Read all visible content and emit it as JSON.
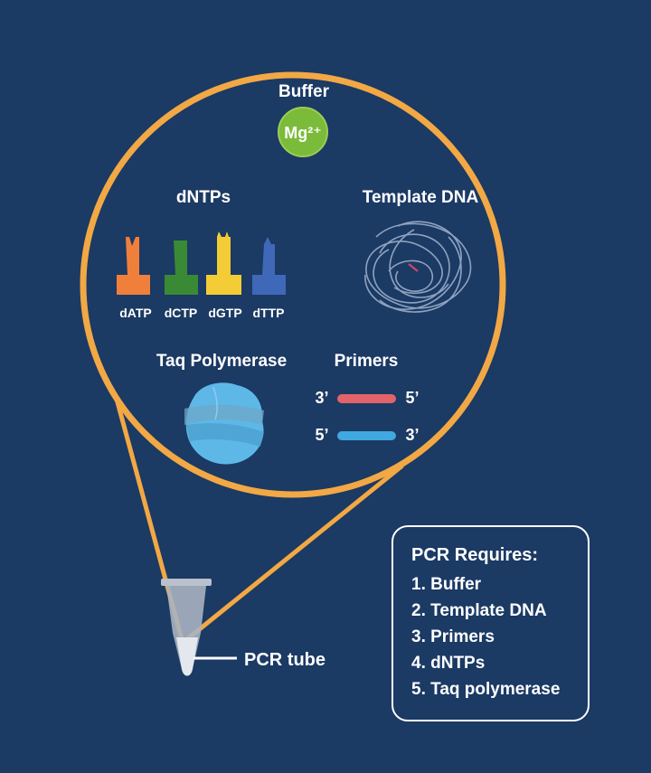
{
  "buffer": {
    "title": "Buffer",
    "ion": "Mg²⁺"
  },
  "dntps": {
    "title": "dNTPs",
    "items": [
      {
        "label": "dATP",
        "color": "#f07f3c"
      },
      {
        "label": "dCTP",
        "color": "#3a8a35"
      },
      {
        "label": "dGTP",
        "color": "#f4cc35"
      },
      {
        "label": "dTTP",
        "color": "#3f68b8"
      }
    ]
  },
  "template_dna": {
    "title": "Template DNA"
  },
  "taq": {
    "title": "Taq Polymerase",
    "color": "#5db8e8"
  },
  "primers": {
    "title": "Primers",
    "top": {
      "left": "3’",
      "right": "5’",
      "color": "#e2636a"
    },
    "bottom": {
      "left": "5’",
      "right": "3’",
      "color": "#3fa9e0"
    }
  },
  "tube": {
    "label": "PCR tube"
  },
  "requirements": {
    "title": "PCR Requires:",
    "items": [
      "1. Buffer",
      "2. Template DNA",
      "3. Primers",
      "4. dNTPs",
      "5. Taq polymerase"
    ]
  },
  "colors": {
    "background": "#1b3a64",
    "accent": "#f2a844",
    "mg": "#7bbb3a"
  }
}
